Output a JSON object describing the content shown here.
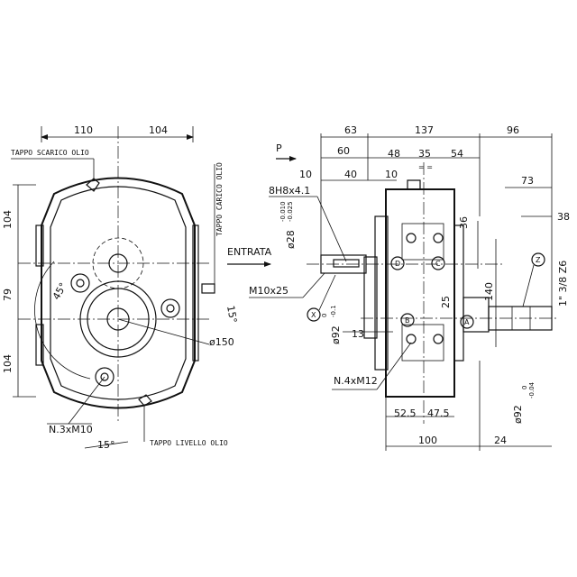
{
  "left_view": {
    "dims": {
      "d110": "110",
      "d104_top": "104",
      "d104_left_top": "104",
      "d79": "79",
      "d104_left_bottom": "104",
      "d45": "45°",
      "d15_right": "15°",
      "d150": "ø150",
      "d15_bottom": "15°"
    },
    "labels": {
      "tappo_scarico": "TAPPO SCARICO OLIO",
      "tappo_carico": "TAPPO CARICO OLIO",
      "tappo_livello": "TAPPO LIVELLO OLIO",
      "n3m10": "N.3xM10"
    }
  },
  "entrata": "ENTRATA",
  "right_view": {
    "dims": {
      "d63": "63",
      "d137": "137",
      "d96": "96",
      "d60": "60",
      "d48": "48",
      "d35": "35",
      "d54": "54",
      "d10a": "10",
      "d40": "40",
      "d10b": "10",
      "d73": "73",
      "d38": "38",
      "d36": "36",
      "d140": "140",
      "d25": "25",
      "d13": "13",
      "d52_5": "52.5",
      "d47_5": "47.5",
      "d100": "100",
      "d24": "24"
    },
    "labels": {
      "p": "P",
      "key": "8H8x4.1",
      "dia28": "ø28",
      "dia28_tol_top": "-0.010",
      "dia28_tol_bottom": "-0.025",
      "m10x25": "M10x25",
      "dia92_left": "ø92",
      "dia92_left_tol_top": "0",
      "dia92_left_tol_bottom": "-0.1",
      "n4m12": "N.4xM12",
      "dia92_right": "ø92",
      "dia92_right_tol_top": "0",
      "dia92_right_tol_bottom": "-0.04",
      "z6": "1\" 3/8 Z6",
      "marker_x": "X",
      "marker_z": "Z",
      "marker_a": "A",
      "marker_b": "B",
      "marker_c": "C",
      "marker_d": "D"
    }
  }
}
